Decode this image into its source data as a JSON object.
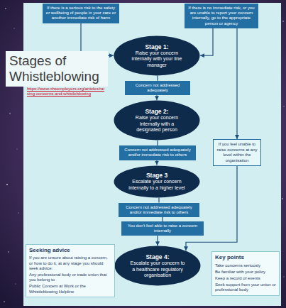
{
  "diagram": {
    "title": "Stages of Whistleblowing",
    "nodes": [
      {
        "text": [
          "If there is a serious risk to the safety or wellbeing of people in your care or another immediate risk of harm"
        ]
      },
      {
        "text": [
          "If there is no immediate risk, or you are unable to report your concern internally, go to the appropriate person or agency"
        ]
      },
      {
        "text": [
          "Stage 1:",
          "Raise your concern internally with your line manager"
        ]
      },
      {
        "text": [
          "Concern not addressed adequately"
        ]
      },
      {
        "text": [
          "Stage 2:",
          "Raise your concern internally with a designated person"
        ]
      },
      {
        "text": [
          "Concern not addressed adequately and/or immediate risk to others"
        ]
      },
      {
        "text": [
          "If you feel unable to raise concerns at any level within the organisation"
        ]
      },
      {
        "text": [
          "Stage 3",
          "Escalate your concern internally to a higher level"
        ]
      },
      {
        "text": [
          "Concern not addressed adequately and/or immediate risk to others"
        ]
      },
      {
        "text": [
          "You don't feel able to raise a concern internally"
        ]
      },
      {
        "text": [
          "Stage 4:",
          "Escalate your concern to a healthcare regulatory organisation"
        ]
      },
      {
        "text": [
          "Seeking advice",
          "If you are unsure about raising a concern, or how to do it, at any stage you should seek advice:",
          "Any professional body or trade union that you belong to",
          "Public Concern at Work or the Whistleblowing Helpline"
        ]
      },
      {
        "text": [
          "Key points",
          "Take concerns seriously",
          "Be familiar with your policy",
          "Keep a record of events",
          "Seek support from your union or professional body"
        ]
      }
    ],
    "edges": [
      {
        "from": 0,
        "to": 2,
        "arrow": "to"
      },
      {
        "from": 1,
        "to": 2,
        "arrow": "to"
      },
      {
        "from": 1,
        "to": 6,
        "arrow": "to"
      },
      {
        "from": 2,
        "to": 3,
        "arrow": "none"
      },
      {
        "from": 3,
        "to": 4,
        "arrow": "to"
      },
      {
        "from": 4,
        "to": 5,
        "arrow": "none"
      },
      {
        "from": 5,
        "to": 7,
        "arrow": "to"
      },
      {
        "from": 7,
        "to": 8,
        "arrow": "none"
      },
      {
        "from": 8,
        "to": 9,
        "arrow": "none"
      },
      {
        "from": 9,
        "to": 10,
        "arrow": "to"
      },
      {
        "from": 6,
        "to": 10,
        "arrow": "to"
      }
    ],
    "labels": [
      "https://www.nhsemployers.org/articles/raising-concerns-and-whistleblowing"
    ]
  }
}
